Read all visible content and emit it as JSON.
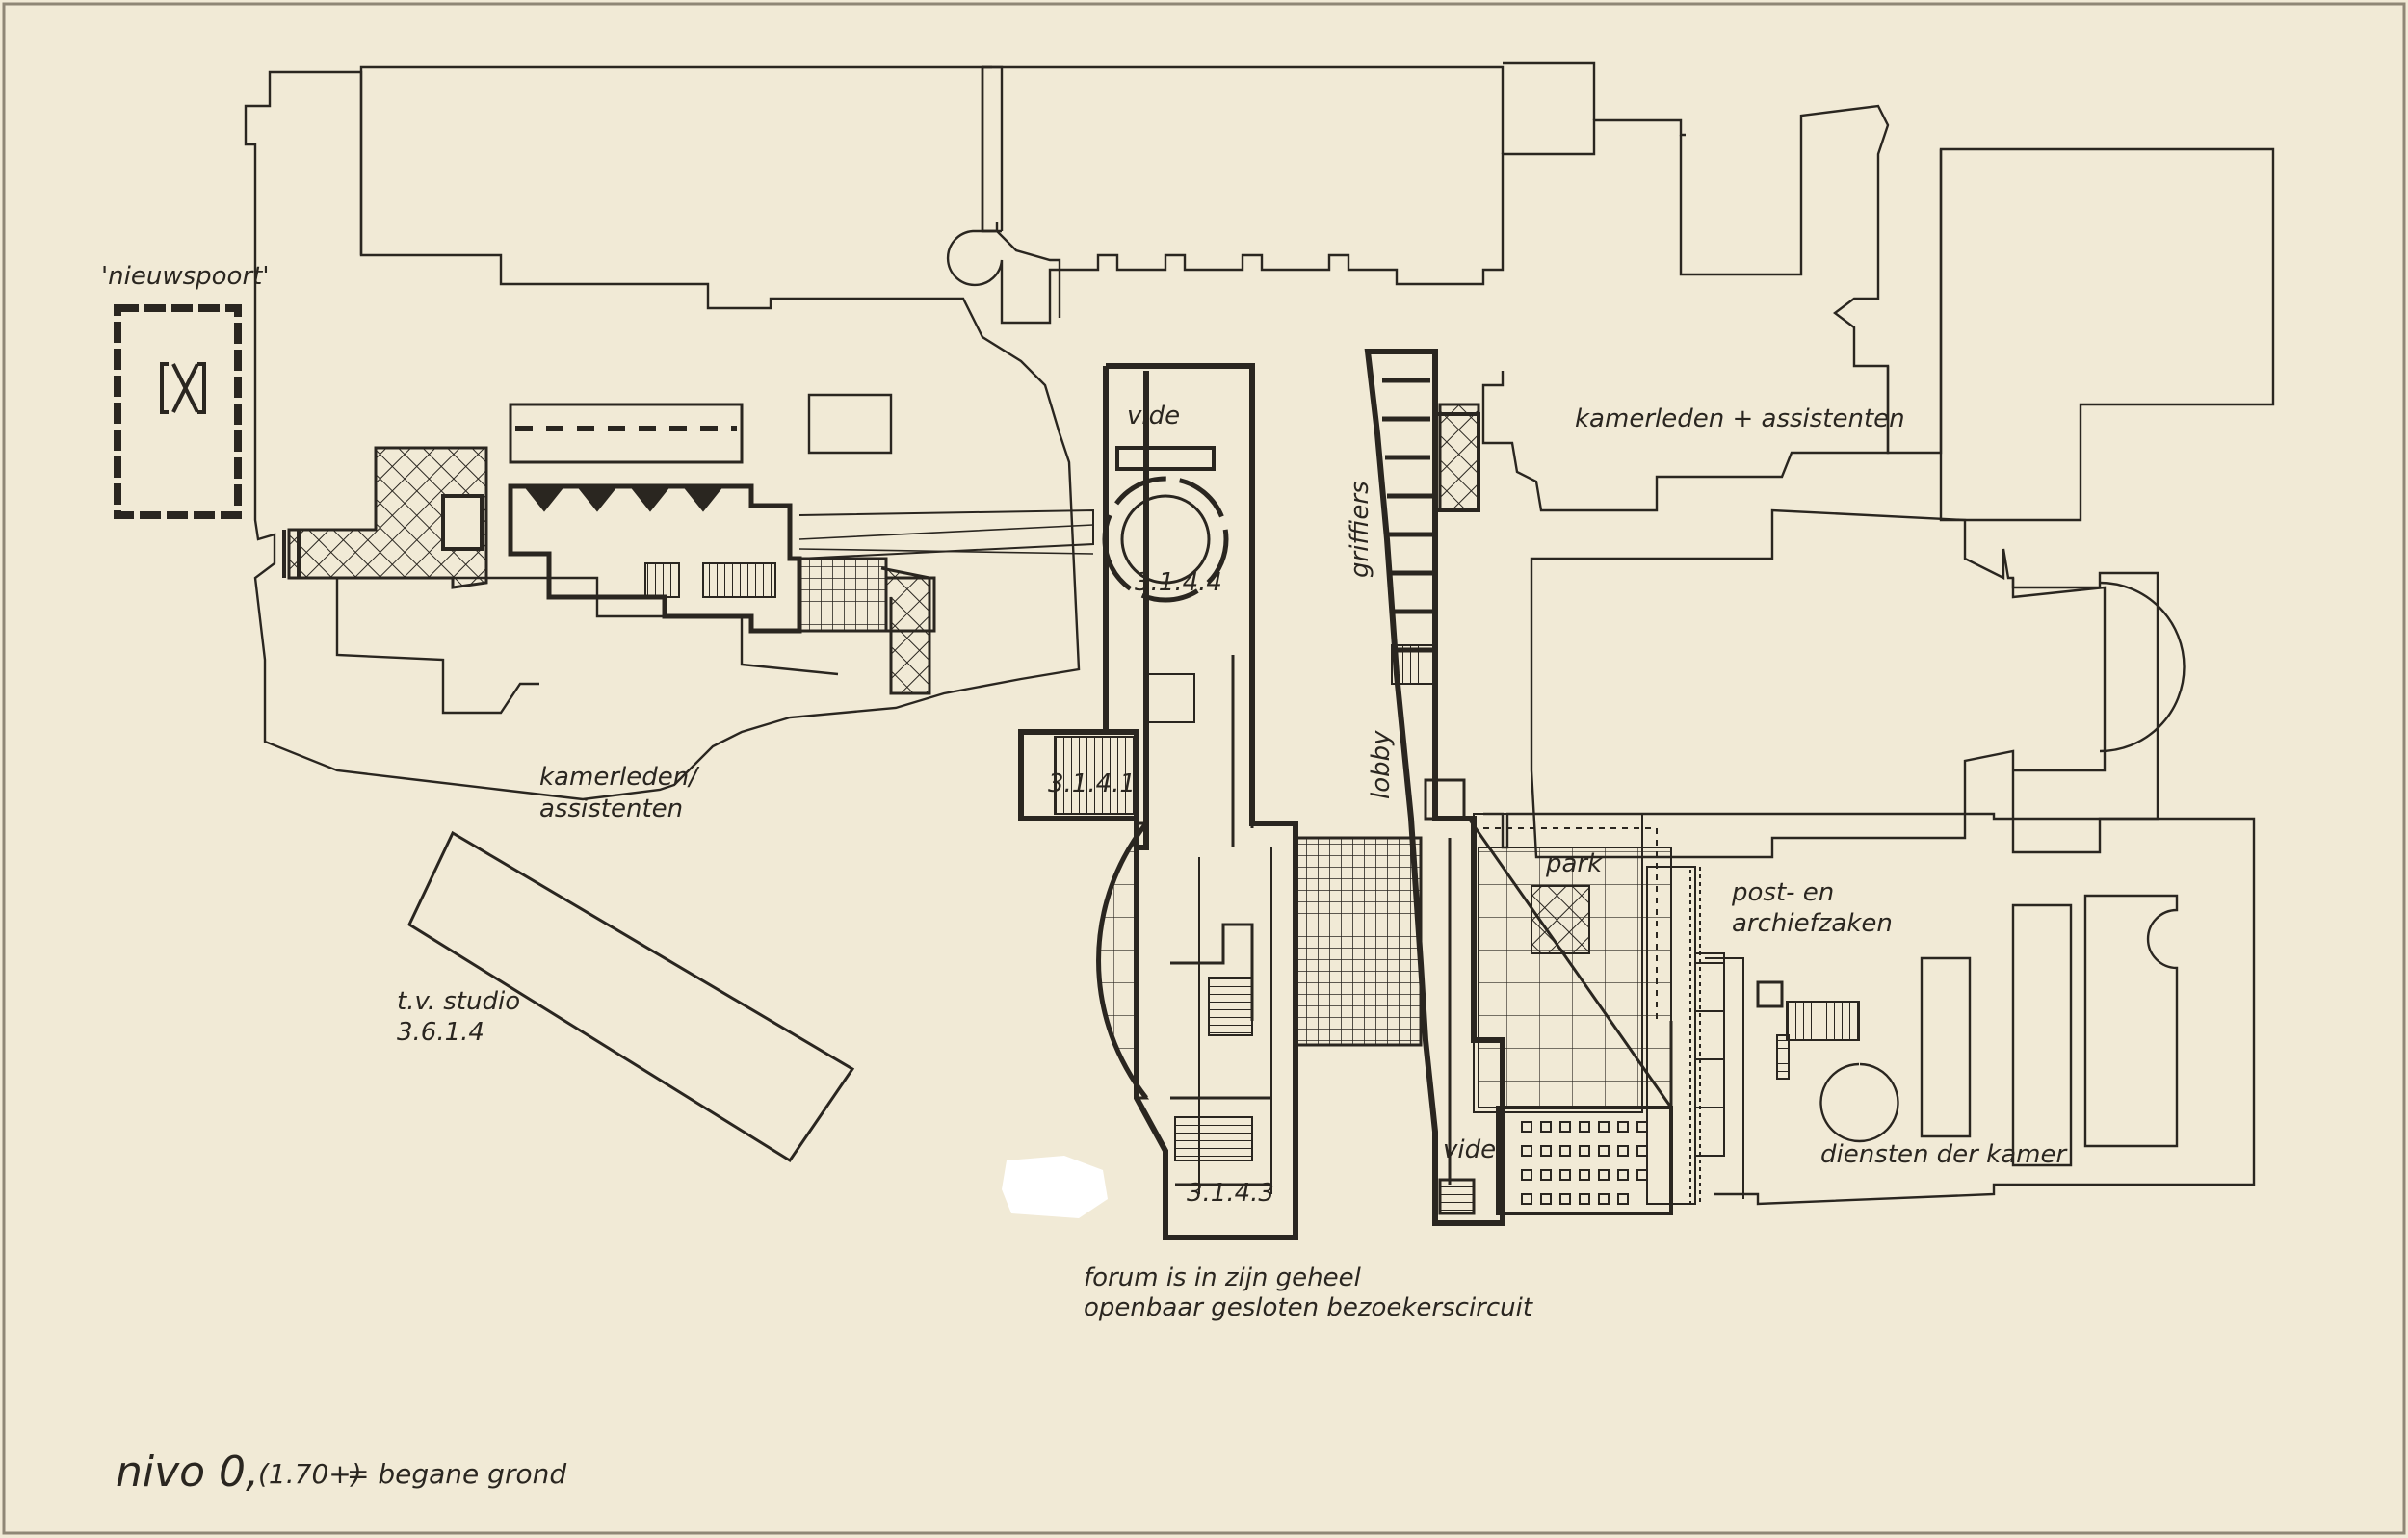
{
  "colors": {
    "paper": "#f1ead6",
    "ink": "#2a2620"
  },
  "title": {
    "main": "nivo 0,",
    "elevation": "(1.70+)",
    "suffix": "= begane grond"
  },
  "labels": {
    "nieuwspoort": "'nieuwspoort'",
    "vide_top": "vide",
    "room_3144": "3.1.4.4",
    "room_3141": "3.1.4.1",
    "room_3143": "3.1.4.3",
    "griffiers": "griffiers",
    "lobby": "lobby",
    "vide_bottom": "vide",
    "park": "park",
    "kamerleden_assistenten_right": "kamerleden + assistenten",
    "kamerleden_left_1": "kamerleden/",
    "kamerleden_left_2": "assistenten",
    "tv_studio_1": "t.v. studio",
    "tv_studio_2": "3.6.1.4",
    "post_1": "post- en",
    "post_2": "archiefzaken",
    "diensten": "diensten der kamer",
    "forum_1": "forum is in zijn geheel",
    "forum_2": "openbaar gesloten bezoekerscircuit"
  }
}
